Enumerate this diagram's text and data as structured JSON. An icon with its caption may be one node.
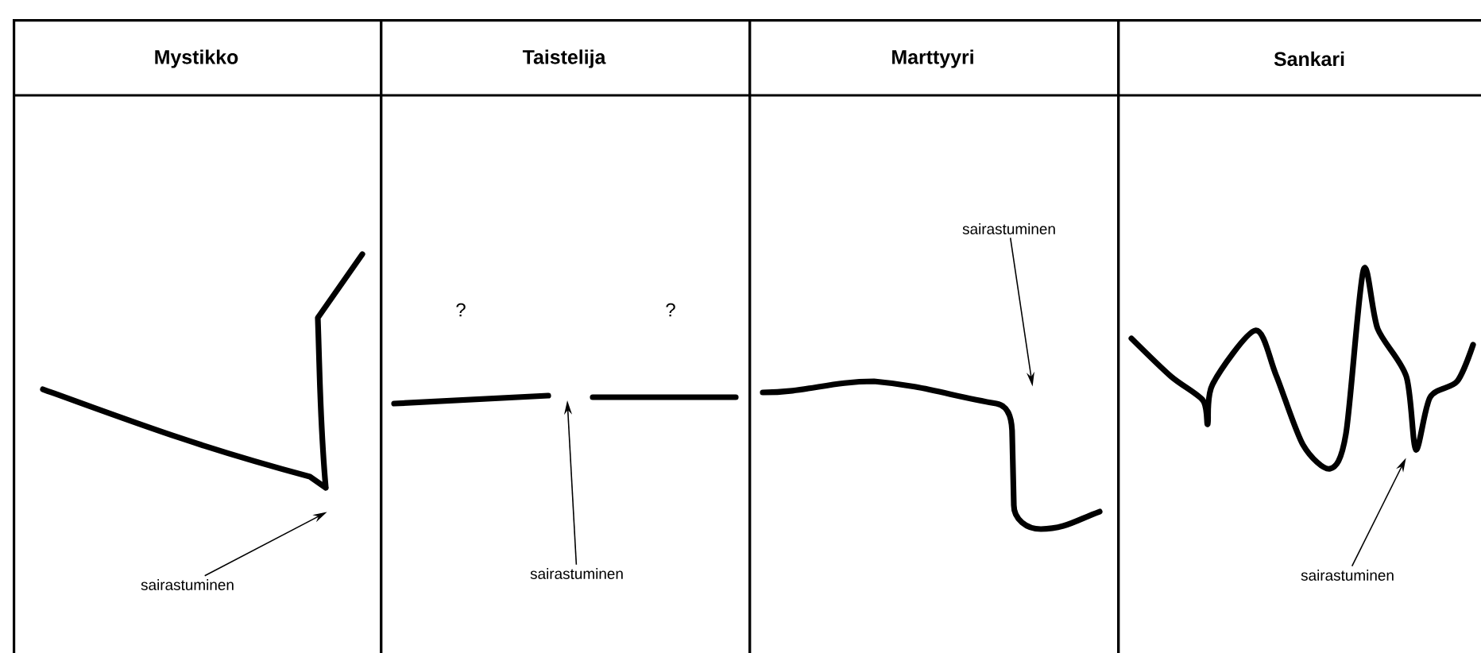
{
  "diagram": {
    "nodes": [
      {
        "text": [
          "Mystikko"
        ]
      },
      {
        "text": [
          "Taistelija"
        ]
      },
      {
        "text": [
          "Marttyyri"
        ]
      },
      {
        "text": [
          "Sankari"
        ]
      },
      {
        "text": [
          "sairastuminen"
        ],
        "in": 0
      },
      {
        "text": [],
        "shape": "picture",
        "in": 0
      },
      {
        "text": [
          "sairastuminen"
        ],
        "in": 1
      },
      {
        "text": [
          "sairastuminen"
        ],
        "in": 2
      },
      {
        "text": [],
        "shape": "picture",
        "in": 2
      },
      {
        "text": [],
        "shape": "picture",
        "in": 3
      },
      {
        "text": [
          "sairastuminen"
        ],
        "in": 3
      }
    ],
    "edges": [
      {
        "from": 4,
        "to": 5,
        "arrow": "to"
      },
      {
        "from": 6,
        "to": null,
        "arrow": "to"
      },
      {
        "from": 7,
        "to": 8,
        "arrow": "to"
      },
      {
        "from": 10,
        "to": 9,
        "arrow": "to"
      }
    ],
    "labels": [
      "?",
      "?"
    ]
  }
}
